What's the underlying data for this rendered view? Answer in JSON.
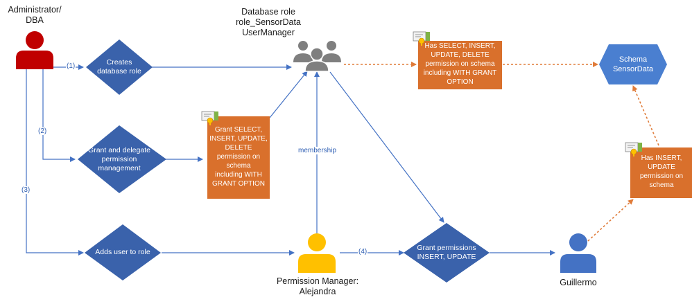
{
  "actors": {
    "admin": "Administrator/\nDBA",
    "role": "Database role\nrole_SensorData\nUserManager",
    "manager": "Permission Manager:\nAlejandra",
    "guillermo": "Guillermo"
  },
  "decisions": {
    "create_role": "Creates\ndatabase role",
    "grant_delegate": "Grant and delegate\npermission\nmanagement",
    "add_user": "Adds user to role",
    "grant_permissions": "Grant permissions\nINSERT, UPDATE"
  },
  "permissions": {
    "grant_with_option": "Grant SELECT,\nINSERT, UPDATE,\nDELETE\npermission on\nschema\nincluding WITH\nGRANT OPTION",
    "role_has": "Has SELECT, INSERT,\nUPDATE, DELETE\npermission on schema\nincluding WITH GRANT\nOPTION",
    "guillermo_has": "Has INSERT,\nUPDATE\npermission on\nschema"
  },
  "schema": {
    "label": "Schema\nSensorData"
  },
  "edge_labels": {
    "step1": "(1)",
    "step2": "(2)",
    "step3": "(3)",
    "step4": "(4)",
    "membership": "membership"
  },
  "colors": {
    "blue_flow": "#4472c4",
    "decision_fill": "#3a62ab",
    "permission_fill": "#d9702c",
    "schema_fill": "#4a7fd0",
    "admin_red": "#c00000",
    "manager_yellow": "#ffc000",
    "role_gray": "#7f7f7f",
    "guillermo_blue": "#4472c4",
    "dashed_orange": "#e07b39"
  },
  "icons": [
    "user-icon",
    "group-icon",
    "certificate-key-icon"
  ]
}
